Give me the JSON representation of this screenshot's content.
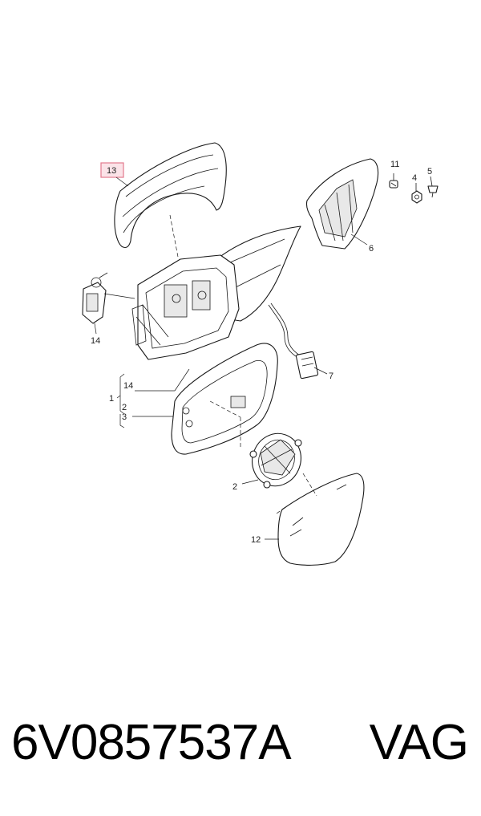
{
  "callouts": {
    "c13": "13",
    "c11": "11",
    "c4": "4",
    "c5": "5",
    "c6": "6",
    "c14a": "14",
    "c14b": "14",
    "c1": "1",
    "c2a": "2",
    "c3": "3",
    "c7": "7",
    "c2b": "2",
    "c12": "12"
  },
  "highlight_color": "#e37a8e",
  "part_number": "6V0857537A",
  "brand": "VAG"
}
